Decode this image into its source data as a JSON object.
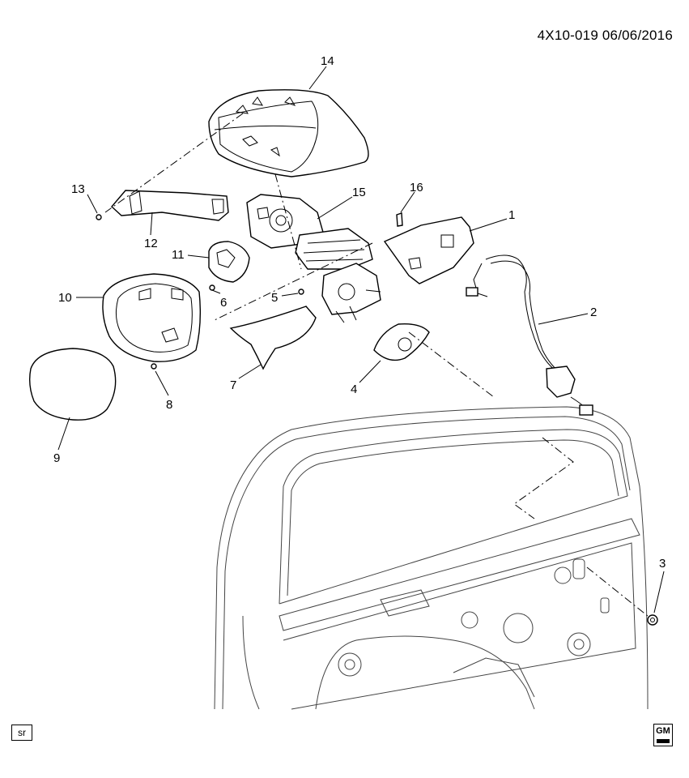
{
  "header": {
    "code": "4X10-019 06/06/2016"
  },
  "callouts": [
    "1",
    "2",
    "3",
    "4",
    "5",
    "6",
    "7",
    "8",
    "9",
    "10",
    "11",
    "12",
    "13",
    "14",
    "15",
    "16"
  ],
  "footer": {
    "sr_label": "sr",
    "logo_text": "GM"
  },
  "icons": {
    "gm_logo": "gm-logo-icon"
  }
}
